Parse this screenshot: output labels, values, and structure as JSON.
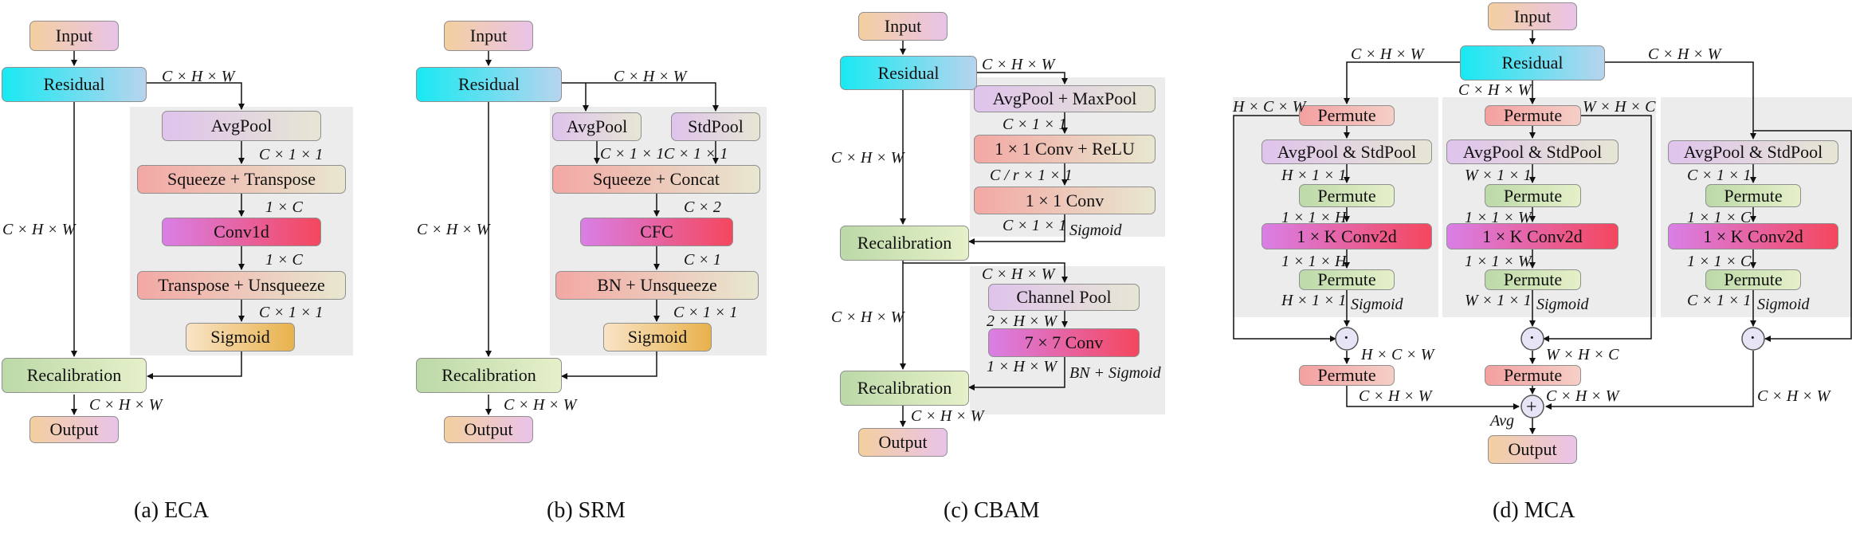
{
  "eca": {
    "input": "Input",
    "residual": "Residual",
    "avgpool": "AvgPool",
    "squeeze_transpose": "Squeeze + Transpose",
    "conv1d": "Conv1d",
    "transpose_unsqueeze": "Transpose + Unsqueeze",
    "sigmoid": "Sigmoid",
    "recalibration": "Recalibration",
    "output": "Output",
    "lbl_chw_top": "C × H × W",
    "lbl_chw_left": "C × H × W",
    "lbl_c11_a": "C × 1 × 1",
    "lbl_1c_a": "1 × C",
    "lbl_1c_b": "1 × C",
    "lbl_c11_b": "C × 1 × 1",
    "lbl_chw_out": "C × H × W",
    "caption": "(a) ECA"
  },
  "srm": {
    "input": "Input",
    "residual": "Residual",
    "avgpool": "AvgPool",
    "stdpool": "StdPool",
    "squeeze_concat": "Squeeze + Concat",
    "cfc": "CFC",
    "bn_unsqueeze": "BN + Unsqueeze",
    "sigmoid": "Sigmoid",
    "recalibration": "Recalibration",
    "output": "Output",
    "lbl_chw_top": "C × H × W",
    "lbl_chw_left": "C × H × W",
    "lbl_c11_a": "C × 1 × 1",
    "lbl_c11_b": "C × 1 × 1",
    "lbl_c2": "C × 2",
    "lbl_c1": "C × 1",
    "lbl_c11_c": "C × 1 × 1",
    "lbl_chw_out": "C × H × W",
    "caption": "(b) SRM"
  },
  "cbam": {
    "input": "Input",
    "residual": "Residual",
    "avg_max_pool": "AvgPool + MaxPool",
    "conv_relu": "1 × 1  Conv + ReLU",
    "conv": "1 × 1  Conv",
    "recalibration_1": "Recalibration",
    "channel_pool": "Channel Pool",
    "conv77": "7 × 7  Conv",
    "recalibration_2": "Recalibration",
    "output": "Output",
    "lbl_chw_top": "C × H × W",
    "lbl_c11_a": "C × 1 × 1",
    "lbl_cr11": "C / r × 1 × 1",
    "lbl_c11_b": "C × 1 × 1",
    "lbl_sigmoid": "Sigmoid",
    "lbl_chw_left1": "C × H × W",
    "lbl_chw_mid": "C × H × W",
    "lbl_2hw": "2 × H × W",
    "lbl_1hw": "1 × H × W",
    "lbl_bn_sigmoid": "BN + Sigmoid",
    "lbl_chw_left2": "C × H × W",
    "lbl_chw_out": "C × H × W",
    "caption": "(c) CBAM"
  },
  "mca": {
    "input": "Input",
    "residual": "Residual",
    "permute": "Permute",
    "avg_std_pool": "AvgPool & StdPool",
    "conv2d": "1 × K  Conv2d",
    "output": "Output",
    "lbl_chw_tl": "C × H × W",
    "lbl_chw_tr": "C × H × W",
    "lbl_chw_tm": "C × H × W",
    "lbl_hcw": "H × C × W",
    "lbl_whc": "W × H × C",
    "lbl_h11": "H × 1 × 1",
    "lbl_11h": "1 × 1 × H",
    "lbl_11h_b": "1 × 1 × H",
    "lbl_h11_b": "H × 1 × 1",
    "lbl_w11": "W × 1 × 1",
    "lbl_11w": "1 × 1 × W",
    "lbl_11w_b": "1 × 1 × W",
    "lbl_w11_b": "W × 1 × 1",
    "lbl_c11": "C × 1 × 1",
    "lbl_11c": "1 × 1 × C",
    "lbl_11c_b": "1 × 1 × C",
    "lbl_c11_b": "C × 1 × 1",
    "lbl_sigmoid_1": "Sigmoid",
    "lbl_sigmoid_2": "Sigmoid",
    "lbl_sigmoid_3": "Sigmoid",
    "lbl_hcw_out": "H × C × W",
    "lbl_whc_out": "W × H × C",
    "lbl_chw_b1": "C × H × W",
    "lbl_chw_b2": "C × H × W",
    "lbl_chw_b3": "C × H × W",
    "lbl_avg": "Avg",
    "dot": "·",
    "plus": "+",
    "caption": "(d) MCA"
  }
}
